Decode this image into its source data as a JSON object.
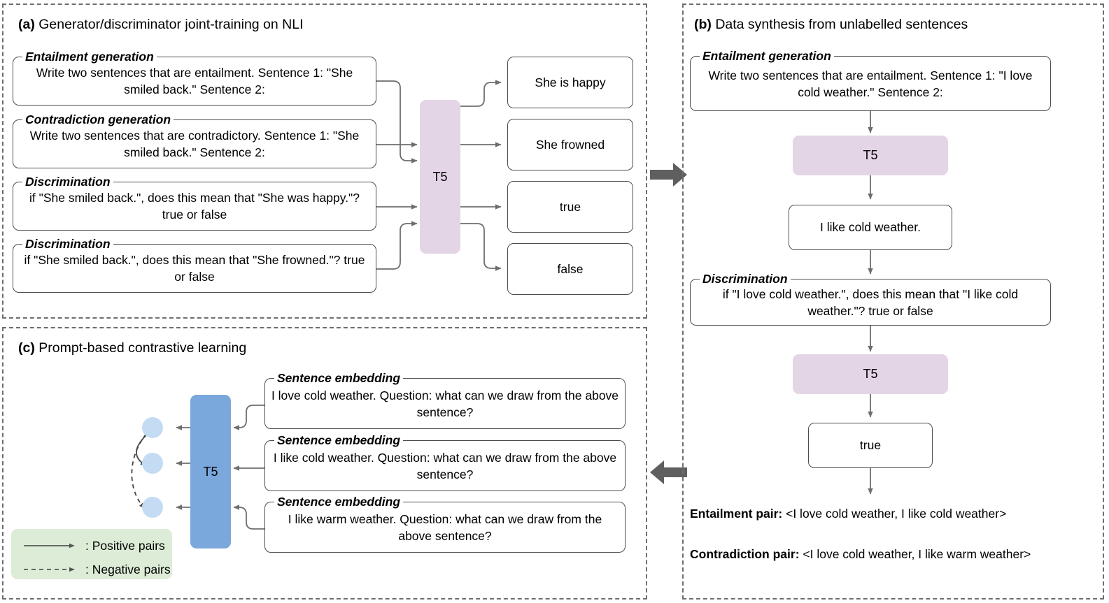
{
  "panels": {
    "a": {
      "tag": "(a)",
      "title": " Generator/discriminator joint-training on NLI",
      "prompts": [
        {
          "legend": "Entailment generation",
          "text": "Write two sentences that are entailment. Sentence 1: \"She smiled back.\" Sentence 2:"
        },
        {
          "legend": "Contradiction generation",
          "text": "Write two sentences that are contradictory. Sentence 1: \"She smiled back.\" Sentence 2:"
        },
        {
          "legend": "Discrimination",
          "text": "if \"She smiled back.\", does this mean that \"She was happy.\"? true or false"
        },
        {
          "legend": "Discrimination",
          "text": "if \"She smiled back.\", does this mean that \"She frowned.\"? true or false"
        }
      ],
      "model_label": "T5",
      "outputs": [
        "She is happy",
        "She frowned",
        "true",
        "false"
      ]
    },
    "b": {
      "tag": "(b)",
      "title": " Data synthesis from unlabelled sentences",
      "prompt1": {
        "legend": "Entailment generation",
        "text": "Write two sentences that are entailment. Sentence 1: \"I love cold weather.\" Sentence 2:"
      },
      "model1_label": "T5",
      "generated": "I like cold weather.",
      "prompt2": {
        "legend": "Discrimination",
        "text": "if \"I love cold weather.\", does this mean that \"I like cold weather.\"? true or false"
      },
      "model2_label": "T5",
      "verdict": "true",
      "results": [
        {
          "label": "Entailment pair:",
          "value": " <I love cold weather, I like cold weather>"
        },
        {
          "label": "Contradiction pair:",
          "value": " <I love cold weather, I like warm weather>"
        }
      ]
    },
    "c": {
      "tag": "(c)",
      "title": " Prompt-based contrastive learning",
      "model_label": "T5",
      "prompts": [
        {
          "legend": "Sentence embedding",
          "text": "I love cold weather. Question: what can we draw from the above sentence?"
        },
        {
          "legend": "Sentence embedding",
          "text": "I like cold weather. Question: what can we draw from the above sentence?"
        },
        {
          "legend": "Sentence embedding",
          "text": "I like warm weather. Question: what can we draw from the above sentence?"
        }
      ],
      "legend": {
        "positive": ": Positive pairs",
        "negative": ": Negative pairs"
      }
    }
  },
  "colors": {
    "panel_border": "#6e6e6e",
    "model_purple": "#e4d5e6",
    "model_blue": "#7aa7dc",
    "embedding_dot": "#c3dcf4",
    "legend_bg": "#dcecd6",
    "connector": "#6e6e6e",
    "box_border": "#4d4d4d"
  }
}
